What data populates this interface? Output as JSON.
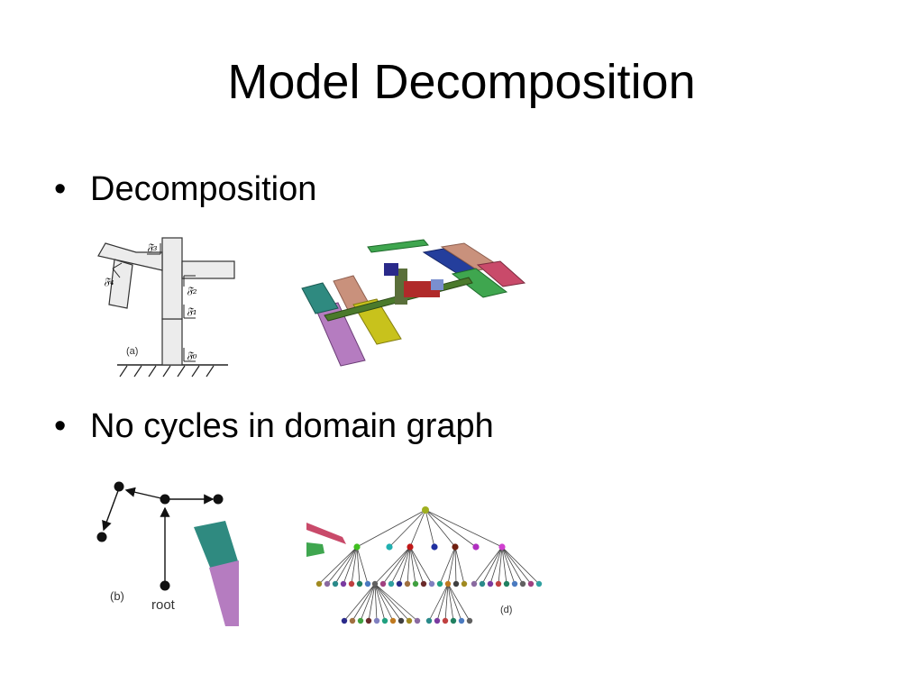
{
  "slide": {
    "title": "Model Decomposition",
    "bullets": [
      {
        "text": "Decomposition"
      },
      {
        "text": "No cycles in domain graph"
      }
    ]
  },
  "figures": {
    "a": {
      "label": "(a)",
      "frames": [
        "𝔉₃",
        "𝔉₄",
        "𝔉₂",
        "𝔉₁",
        "𝔉₀"
      ]
    },
    "b": {
      "label": "(b)",
      "root_label": "root"
    },
    "d": {
      "label": "(d)"
    }
  },
  "colors": {
    "purple_panel": "#b57cc0",
    "yellow_panel": "#c8c21c",
    "teal_panel": "#2f8a80",
    "green_panel": "#3fa64f",
    "blue_panel": "#243e9c",
    "tan_panel": "#c9917c",
    "red_panel": "#b02a2a",
    "graph_node": "#111111"
  }
}
